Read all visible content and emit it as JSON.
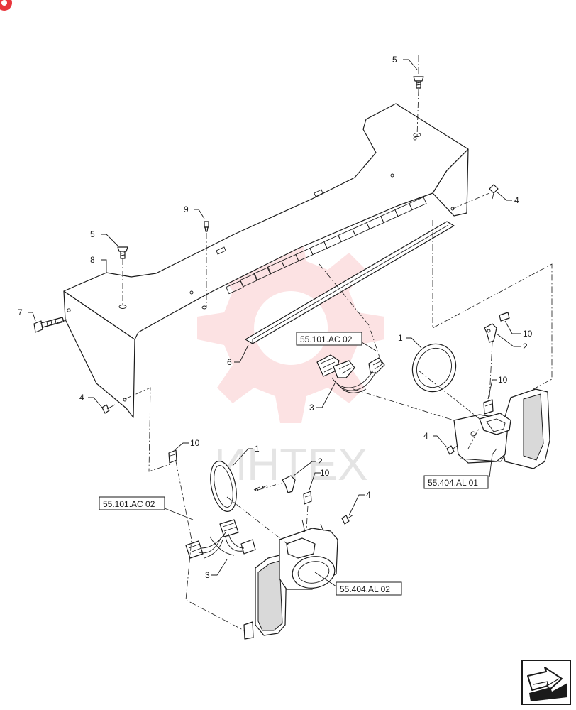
{
  "watermark": {
    "text": "ИНТЕХ",
    "brand_color": "#e8353c"
  },
  "corner_logo": {
    "icon": "brand-logo-icon",
    "color": "#e8353c"
  },
  "nav_arrow": {
    "icon": "next-page-arrow-icon"
  },
  "callouts": {
    "screw_top": "5",
    "screw_left": "5",
    "panel": "8",
    "screw_front": "9",
    "bolt_side": "7",
    "strip": "6",
    "screw_right": "4",
    "screw_left_low": "4",
    "screw_mid": "4",
    "screw_right_low": "4",
    "lens_right": "1",
    "lens_left": "1",
    "bracket_right": "2",
    "bracket_left": "2",
    "clip_right_top": "10",
    "clip_right_low": "10",
    "clip_left": "10",
    "clip_mid": "10",
    "harness_right": "3",
    "harness_left": "3"
  },
  "references": {
    "harness_right": "55.101.AC 02",
    "harness_left": "55.101.AC 02",
    "lamp_right": "55.404.AL 01",
    "lamp_left": "55.404.AL 02"
  }
}
